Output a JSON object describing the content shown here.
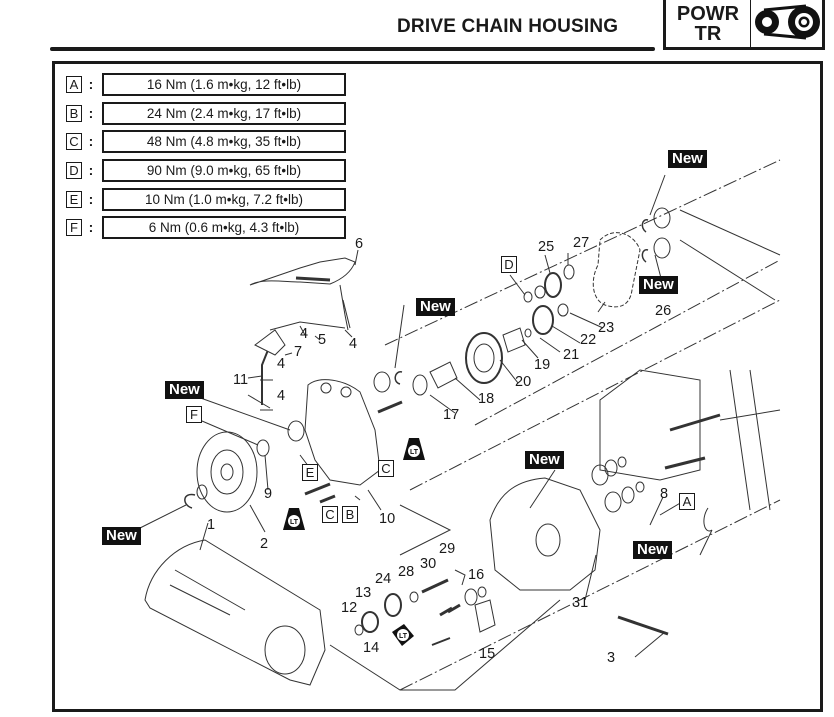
{
  "header": {
    "title": "DRIVE CHAIN HOUSING",
    "section_line1": "POWR",
    "section_line2": "TR",
    "section_icon": "chain-sprocket-icon"
  },
  "torque_specs": [
    {
      "letter": "A",
      "value": "16 Nm (1.6 m•kg, 12 ft•lb)"
    },
    {
      "letter": "B",
      "value": "24 Nm (2.4 m•kg, 17 ft•lb)"
    },
    {
      "letter": "C",
      "value": "48 Nm (4.8 m•kg, 35 ft•lb)"
    },
    {
      "letter": "D",
      "value": "90 Nm (9.0 m•kg, 65 ft•lb)"
    },
    {
      "letter": "E",
      "value": "10 Nm (1.0 m•kg, 7.2 ft•lb)"
    },
    {
      "letter": "F",
      "value": "6 Nm (0.6 m•kg, 4.3 ft•lb)"
    }
  ],
  "colon": ":",
  "new_label": "New",
  "lt_label": "LT",
  "part_numbers": [
    "1",
    "2",
    "3",
    "4",
    "4",
    "4",
    "4",
    "4",
    "5",
    "6",
    "7",
    "8",
    "9",
    "10",
    "11",
    "12",
    "13",
    "14",
    "15",
    "16",
    "17",
    "18",
    "19",
    "20",
    "21",
    "22",
    "23",
    "24",
    "25",
    "26",
    "27",
    "28",
    "29",
    "30",
    "31"
  ],
  "ref_letters": {
    "d_near_nut": "D",
    "f_near_bolt": "F",
    "e_near_bolt": "E",
    "c_near_bolt_top": "C",
    "c_near_bolt_bottom": "C",
    "b_near_bolt": "B",
    "a_near_bolt8": "A"
  }
}
